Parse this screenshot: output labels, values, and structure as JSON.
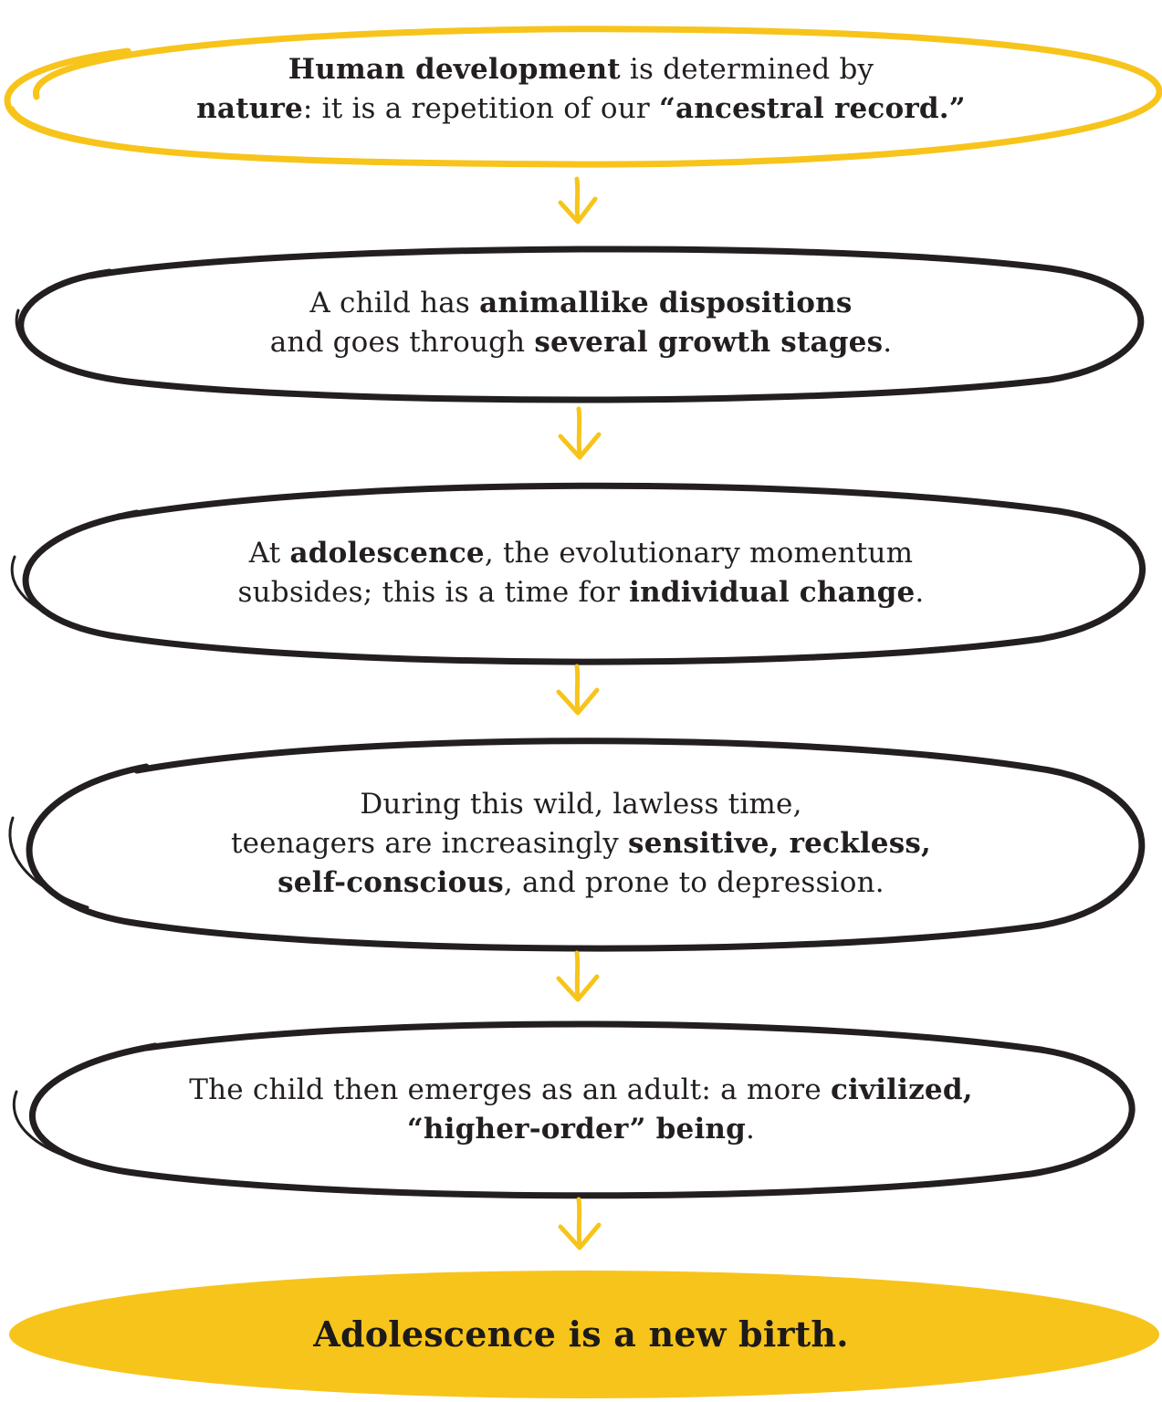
{
  "colors": {
    "accent_yellow": "#f7c41b",
    "outline_black": "#231f20",
    "text": "#231f20",
    "background": "#ffffff"
  },
  "nodes": [
    {
      "style": "yellow-outline",
      "lines": [
        [
          {
            "text": "Human development",
            "bold": true
          },
          {
            "text": " is determined by",
            "bold": false
          }
        ],
        [
          {
            "text": "nature",
            "bold": true
          },
          {
            "text": ": it is a repetition of our ",
            "bold": false
          },
          {
            "text": "“ancestral record",
            "bold": true
          },
          {
            "text": ".”",
            "bold": true
          }
        ]
      ]
    },
    {
      "style": "black-outline",
      "lines": [
        [
          {
            "text": "A child has ",
            "bold": false
          },
          {
            "text": "animallike dispositions",
            "bold": true
          }
        ],
        [
          {
            "text": "and goes through ",
            "bold": false
          },
          {
            "text": "several growth stages",
            "bold": true
          },
          {
            "text": ".",
            "bold": false
          }
        ]
      ]
    },
    {
      "style": "black-outline",
      "lines": [
        [
          {
            "text": "At ",
            "bold": false
          },
          {
            "text": "adolescence",
            "bold": true
          },
          {
            "text": ", the evolutionary momentum",
            "bold": false
          }
        ],
        [
          {
            "text": "subsides; this is a time for ",
            "bold": false
          },
          {
            "text": "individual change",
            "bold": true
          },
          {
            "text": ".",
            "bold": false
          }
        ]
      ]
    },
    {
      "style": "black-outline",
      "lines": [
        [
          {
            "text": "During this wild, lawless time,",
            "bold": false
          }
        ],
        [
          {
            "text": "teenagers are increasingly ",
            "bold": false
          },
          {
            "text": "sensitive, reckless,",
            "bold": true
          }
        ],
        [
          {
            "text": "self-conscious",
            "bold": true
          },
          {
            "text": ", and prone to depression.",
            "bold": false
          }
        ]
      ]
    },
    {
      "style": "black-outline",
      "lines": [
        [
          {
            "text": "The child then emerges as an adult: a more ",
            "bold": false
          },
          {
            "text": "civilized,",
            "bold": true
          }
        ],
        [
          {
            "text": "“higher-order” being",
            "bold": true
          },
          {
            "text": ".",
            "bold": false
          }
        ]
      ]
    },
    {
      "style": "yellow-filled",
      "lines": [
        [
          {
            "text": "Adolescence is a new birth.",
            "bold": true
          }
        ]
      ]
    }
  ],
  "connectors": [
    {
      "from": 1,
      "to": 2,
      "icon": "down-arrow-icon"
    },
    {
      "from": 2,
      "to": 3,
      "icon": "down-arrow-icon"
    },
    {
      "from": 3,
      "to": 4,
      "icon": "down-arrow-icon"
    },
    {
      "from": 4,
      "to": 5,
      "icon": "down-arrow-icon"
    },
    {
      "from": 5,
      "to": 6,
      "icon": "down-arrow-icon"
    }
  ]
}
